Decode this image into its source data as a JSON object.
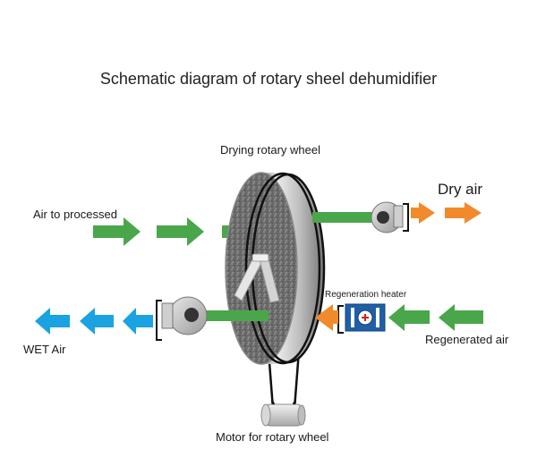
{
  "title": "Schematic diagram of rotary sheel dehumidifier",
  "labels": {
    "drying_wheel": "Drying rotary wheel",
    "air_to_process": "Air to processed",
    "dry_air": "Dry air",
    "regeneration_heater": "Regeneration heater",
    "wet_air": "WET Air",
    "regenerated_air": "Regenerated air",
    "motor": "Motor for rotary wheel"
  },
  "colors": {
    "process_air": "#4aa64a",
    "dry_air": "#f08a2a",
    "wet_air": "#1aa3e0",
    "heater": "#1f5fa8",
    "wheel_metal": "#c8c8c8",
    "belt": "#111111"
  },
  "icons": {
    "process_fan": "centrifugal-fan-icon",
    "regen_fan": "centrifugal-fan-icon",
    "heater": "heater-icon",
    "motor": "motor-icon"
  }
}
